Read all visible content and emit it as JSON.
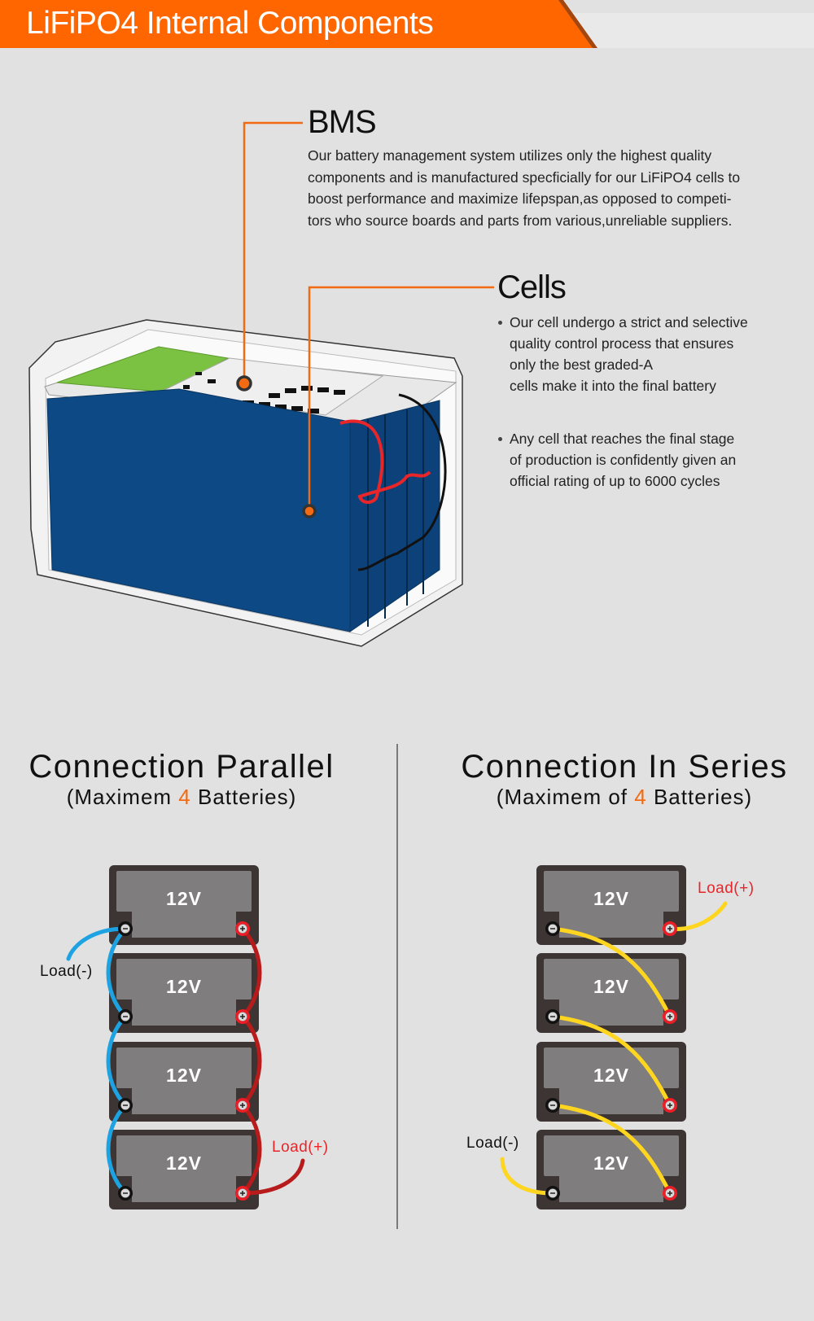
{
  "header": {
    "title": "LiFiPO4 Internal Components",
    "accent_color": "#ff6600"
  },
  "bms": {
    "title": "BMS",
    "lines": [
      "Our battery management system utilizes only the highest quality",
      "components and is manufactured specficially for our LiFiPO4 cells to",
      "boost performance and maximize lifepspan,as opposed to competi-",
      "tors who source boards and parts from various,unreliable suppliers."
    ]
  },
  "cells": {
    "title": "Cells",
    "bullets": [
      {
        "lines": [
          "Our cell undergo a strict and selective",
          "quality control process that ensures",
          "only the best graded-A",
          "cells make it into the final battery"
        ]
      },
      {
        "lines": [
          "Any cell that reaches the final stage",
          "of production is confidently given an",
          "official rating of up to 6000 cycles"
        ]
      }
    ]
  },
  "illustration": {
    "name": "battery-cutaway",
    "colors": {
      "cells": "#0d4a85",
      "bms_board": "#7cc242",
      "leader": "#f26b13"
    }
  },
  "parallel": {
    "title": "Connection Parallel",
    "sub_prefix": "(Maximem ",
    "sub_count": "4",
    "sub_suffix": " Batteries)",
    "batteries": [
      "12V",
      "12V",
      "12V",
      "12V"
    ],
    "load_neg": "Load(-)",
    "load_pos": "Load(+)",
    "neg_wire_color": "#1ea3e2",
    "pos_wire_color": "#b81b1b"
  },
  "series": {
    "title": "Connection In Series",
    "sub_prefix": "(Maximem of ",
    "sub_count": "4",
    "sub_suffix": " Batteries)",
    "batteries": [
      "12V",
      "12V",
      "12V",
      "12V"
    ],
    "load_neg": "Load(-)",
    "load_pos": "Load(+)",
    "wire_color": "#ffd61f"
  }
}
